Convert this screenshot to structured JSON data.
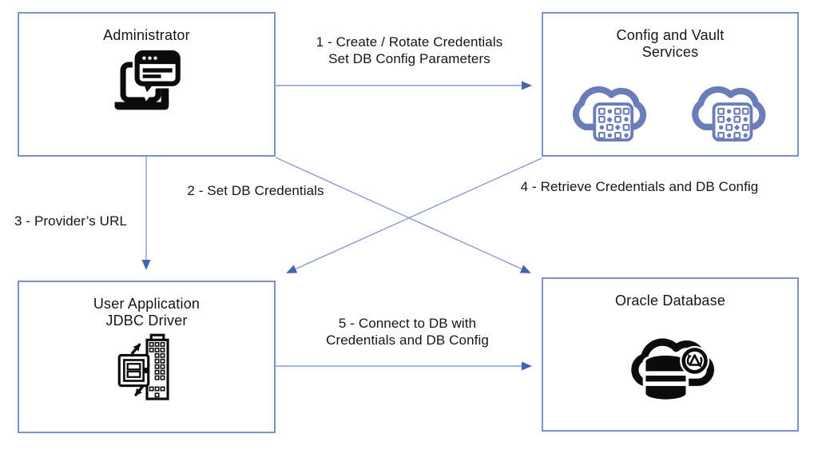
{
  "colors": {
    "box_border": "#7e90c8",
    "arrow_line": "#8b9cd6",
    "arrow_head": "#4663ae",
    "text": "#14161f",
    "cloud_icon": "#6b7db8",
    "black_icon": "#0b0b0c",
    "background": "#ffffff"
  },
  "nodes": {
    "administrator": {
      "title": "Administrator",
      "icon": "laptop-chat-icon"
    },
    "config_vault": {
      "line1": "Config and Vault",
      "line2": "Services",
      "icon": "cloud-keypad-icon"
    },
    "user_application": {
      "line1": "User Application",
      "line2": "JDBC Driver",
      "icon": "building-transfer-icon"
    },
    "oracle_database": {
      "title": "Oracle Database",
      "icon": "cloud-database-icon"
    }
  },
  "edges": {
    "e1": {
      "from": "administrator",
      "to": "config_vault",
      "line1": "1 - Create / Rotate Credentials",
      "line2": "Set DB Config Parameters"
    },
    "e2": {
      "from": "administrator",
      "to": "oracle_database",
      "line1": "2 - Set DB Credentials"
    },
    "e3": {
      "from": "administrator",
      "to": "user_application",
      "line1": "3 - Provider’s URL"
    },
    "e4": {
      "from": "config_vault",
      "to": "user_application",
      "line1": "4 - Retrieve Credentials and DB Config"
    },
    "e5": {
      "from": "user_application",
      "to": "oracle_database",
      "line1": "5 - Connect to DB with",
      "line2": "Credentials and DB Config"
    }
  }
}
